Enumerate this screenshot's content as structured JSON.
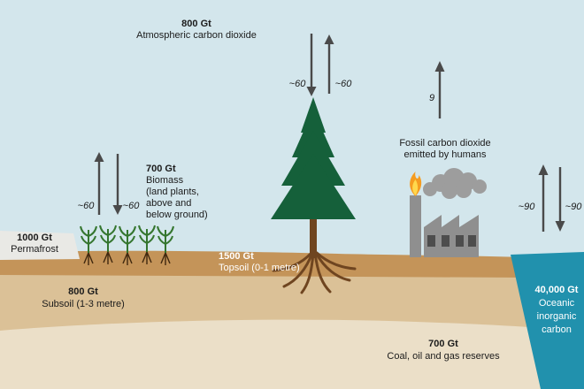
{
  "colors": {
    "sky": "#d3e6ec",
    "topsoil": "#c49459",
    "subsoil": "#dbc197",
    "deep_soil": "#ebdfc8",
    "ocean": "#2191ad",
    "permafrost": "#e9e9e5",
    "tree_green": "#15603a",
    "wood_brown": "#6f4520",
    "plant_green": "#35762f",
    "factory_gray": "#8f8f8f",
    "flame_orange": "#f59c20",
    "smoke_gray": "#9d9d9d",
    "arrow_gray": "#4a4a4a"
  },
  "reservoirs": {
    "atmosphere": {
      "value": "800 Gt",
      "label": "Atmospheric carbon dioxide"
    },
    "biomass": {
      "value": "700 Gt",
      "label1": "Biomass",
      "label2": "(land plants,",
      "label3": "above and",
      "label4": "below ground)"
    },
    "permafrost": {
      "value": "1000 Gt",
      "label": "Permafrost"
    },
    "topsoil": {
      "value": "1500 Gt",
      "label": "Topsoil (0-1 metre)"
    },
    "subsoil": {
      "value": "800 Gt",
      "label": "Subsoil (1-3 metre)"
    },
    "ocean": {
      "value": "40,000 Gt",
      "label1": "Oceanic",
      "label2": "inorganic",
      "label3": "carbon"
    },
    "fossil_reserves": {
      "value": "700 Gt",
      "label": "Coal, oil and gas reserves"
    }
  },
  "fossil_emissions": {
    "label1": "Fossil carbon dioxide",
    "label2": "emitted by humans"
  },
  "fluxes": {
    "atmosphere_down": "~60",
    "atmosphere_up": "~60",
    "biomass_up": "~60",
    "biomass_down": "~60",
    "fossil": "9",
    "ocean_up": "~90",
    "ocean_down": "~90"
  }
}
